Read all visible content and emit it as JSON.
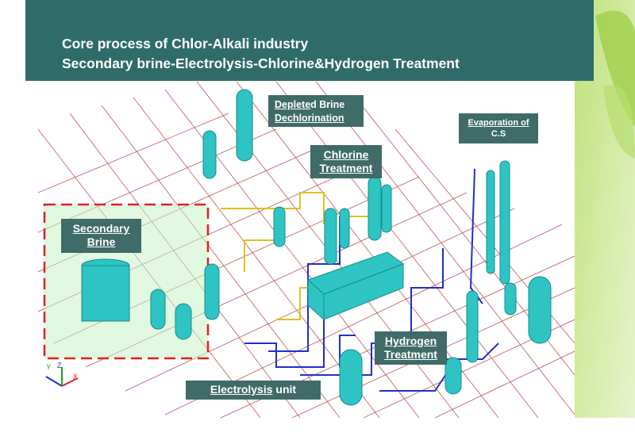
{
  "title": {
    "line1": "Core process of Chlor-Alkali industry",
    "line2": "Secondary brine-Electrolysis-Chlorine&Hydrogen Treatment"
  },
  "labels": {
    "dechlorination_line1_a": "Deplete",
    "dechlorination_line1_b": "d Brine",
    "dechlorination_line2": "Dechlorination",
    "evaporation_line1": "Evaporation of",
    "evaporation_line2": "C.S",
    "chlorine_line1": "Chlorine",
    "chlorine_line2": "Treatment",
    "secondary_line1": "Secondary",
    "secondary_line2": "Brine",
    "hydrogen_line1": "Hydrogen",
    "hydrogen_line2": "Treatment",
    "electrolysis_a": "Electrolysis",
    "electrolysis_b": " unit"
  },
  "axis_triad": {
    "x": "X",
    "y": "Y",
    "z": "Z"
  },
  "colors": {
    "title_bar": "#2f6b6a",
    "label_box": "#3f6b68",
    "grid": "#b23a3a",
    "vessel": "#2ec4c4",
    "pipe_blue": "#1f2fd0",
    "pipe_yellow": "#e0c020",
    "highlight_box": "#e02020",
    "highlight_fill": "#c8f2c8"
  }
}
